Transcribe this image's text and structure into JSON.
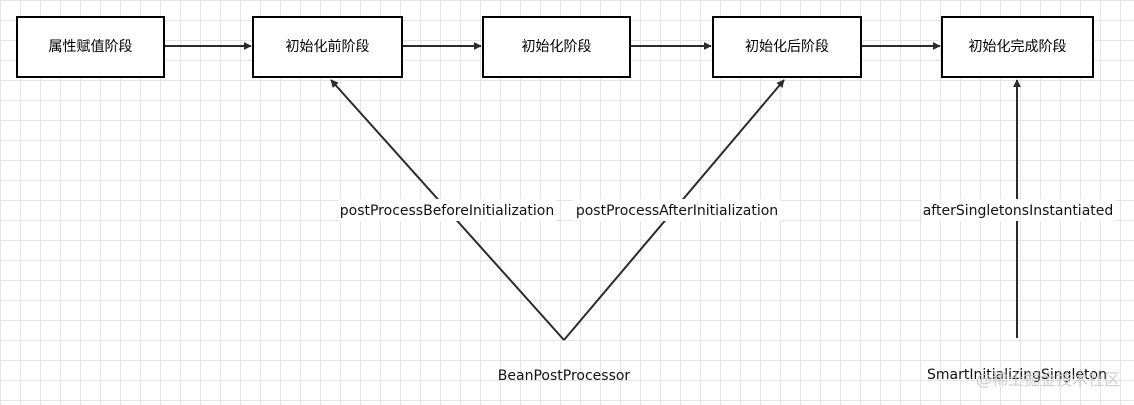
{
  "stages": [
    {
      "id": "s1",
      "label": "属性赋值阶段"
    },
    {
      "id": "s2",
      "label": "初始化前阶段"
    },
    {
      "id": "s3",
      "label": "初始化阶段"
    },
    {
      "id": "s4",
      "label": "初始化后阶段"
    },
    {
      "id": "s5",
      "label": "初始化完成阶段"
    }
  ],
  "sources": {
    "bean_post_processor": "BeanPostProcessor",
    "smart_initializing_singleton": "SmartInitializingSingleton"
  },
  "edge_labels": {
    "before": "postProcessBeforeInitialization",
    "after": "postProcessAfterInitialization",
    "instantiated": "afterSingletonsInstantiated"
  },
  "watermark": "@稀土掘金技术社区"
}
